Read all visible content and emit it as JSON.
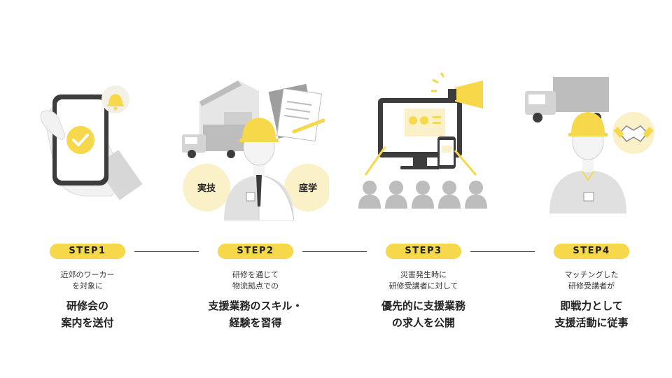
{
  "steps": [
    {
      "label": "STEP1",
      "sub": [
        "近郊のワーカー",
        "を対象に"
      ],
      "main": [
        "研修会の",
        "案内を送付"
      ]
    },
    {
      "label": "STEP2",
      "sub": [
        "研修を通じて",
        "物流拠点での"
      ],
      "main": [
        "支援業務のスキル・",
        "経験を習得"
      ]
    },
    {
      "label": "STEP3",
      "sub": [
        "災害発生時に",
        "研修受講者に対して"
      ],
      "main": [
        "優先的に支援業務",
        "の求人を公開"
      ]
    },
    {
      "label": "STEP4",
      "sub": [
        "マッチングした",
        "研修受講者が"
      ],
      "main": [
        "即戦力として",
        "支援活動に従事"
      ]
    }
  ],
  "illustrations": {
    "step2_labels": [
      "実技",
      "座学"
    ]
  },
  "colors": {
    "accent": "#f6d84a",
    "gray": "#c9c9c9",
    "dark": "#3c3c3c"
  }
}
